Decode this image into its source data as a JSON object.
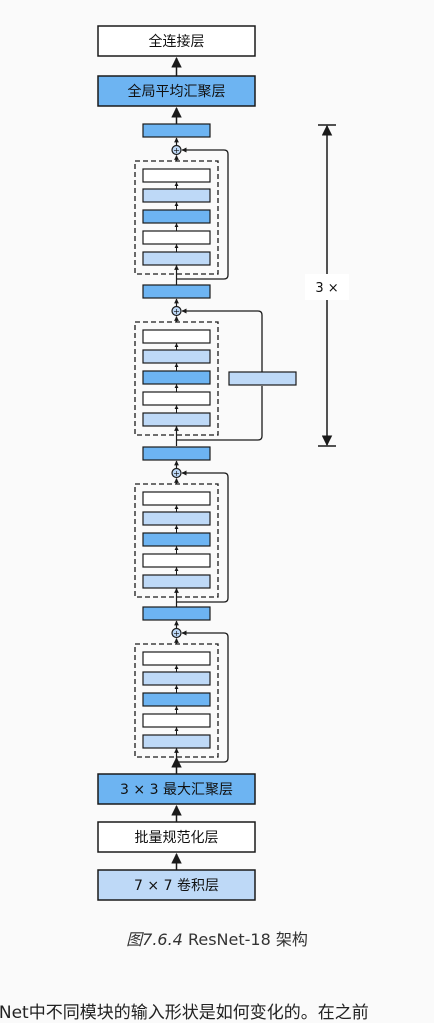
{
  "diagram": {
    "top_layers": {
      "fc": "全连接层",
      "global_pool": "全局平均汇聚层"
    },
    "bottom_layers": {
      "max_pool": "3 × 3 最大汇聚层",
      "batch_norm": "批量规范化层",
      "conv7": "7 × 7 卷积层"
    },
    "repeat_label": "3 ×",
    "plus_sign": "+",
    "residual_block_layers": [
      "white",
      "light",
      "blue",
      "white",
      "light"
    ],
    "colors": {
      "blue": "#6db4f2",
      "light": "#bed9f7",
      "white": "#ffffff",
      "stroke": "#1a1a1a"
    }
  },
  "caption": {
    "number": "图7.6.4",
    "title": "ResNet-18 架构"
  },
  "following_text": "sNet中不同模块的输入形状是如何变化的。在之前"
}
